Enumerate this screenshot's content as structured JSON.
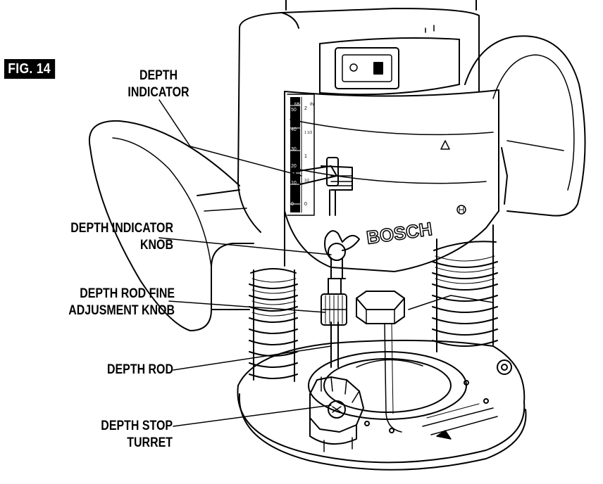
{
  "figure_label": "FIG. 14",
  "brand": "BOSCH",
  "callouts": {
    "depth_indicator": [
      "DEPTH",
      "INDICATOR"
    ],
    "depth_indicator_knob": [
      "DEPTH INDICATOR",
      "KNOB"
    ],
    "fine_adjustment_knob": [
      "DEPTH ROD FINE",
      "ADJUSMENT KNOB"
    ],
    "depth_rod": [
      "DEPTH ROD"
    ],
    "depth_stop_turret": [
      "DEPTH STOP",
      "TURRET"
    ]
  },
  "scale": {
    "mm_header": "MM",
    "in_header": "IN",
    "mm_ticks": [
      "50",
      "40",
      "30",
      "20",
      "10",
      "0"
    ],
    "in_ticks": [
      "2",
      "1 1/2",
      "1",
      "1/2",
      "0"
    ]
  },
  "switch_symbols": {
    "off": "O",
    "on": "I"
  }
}
